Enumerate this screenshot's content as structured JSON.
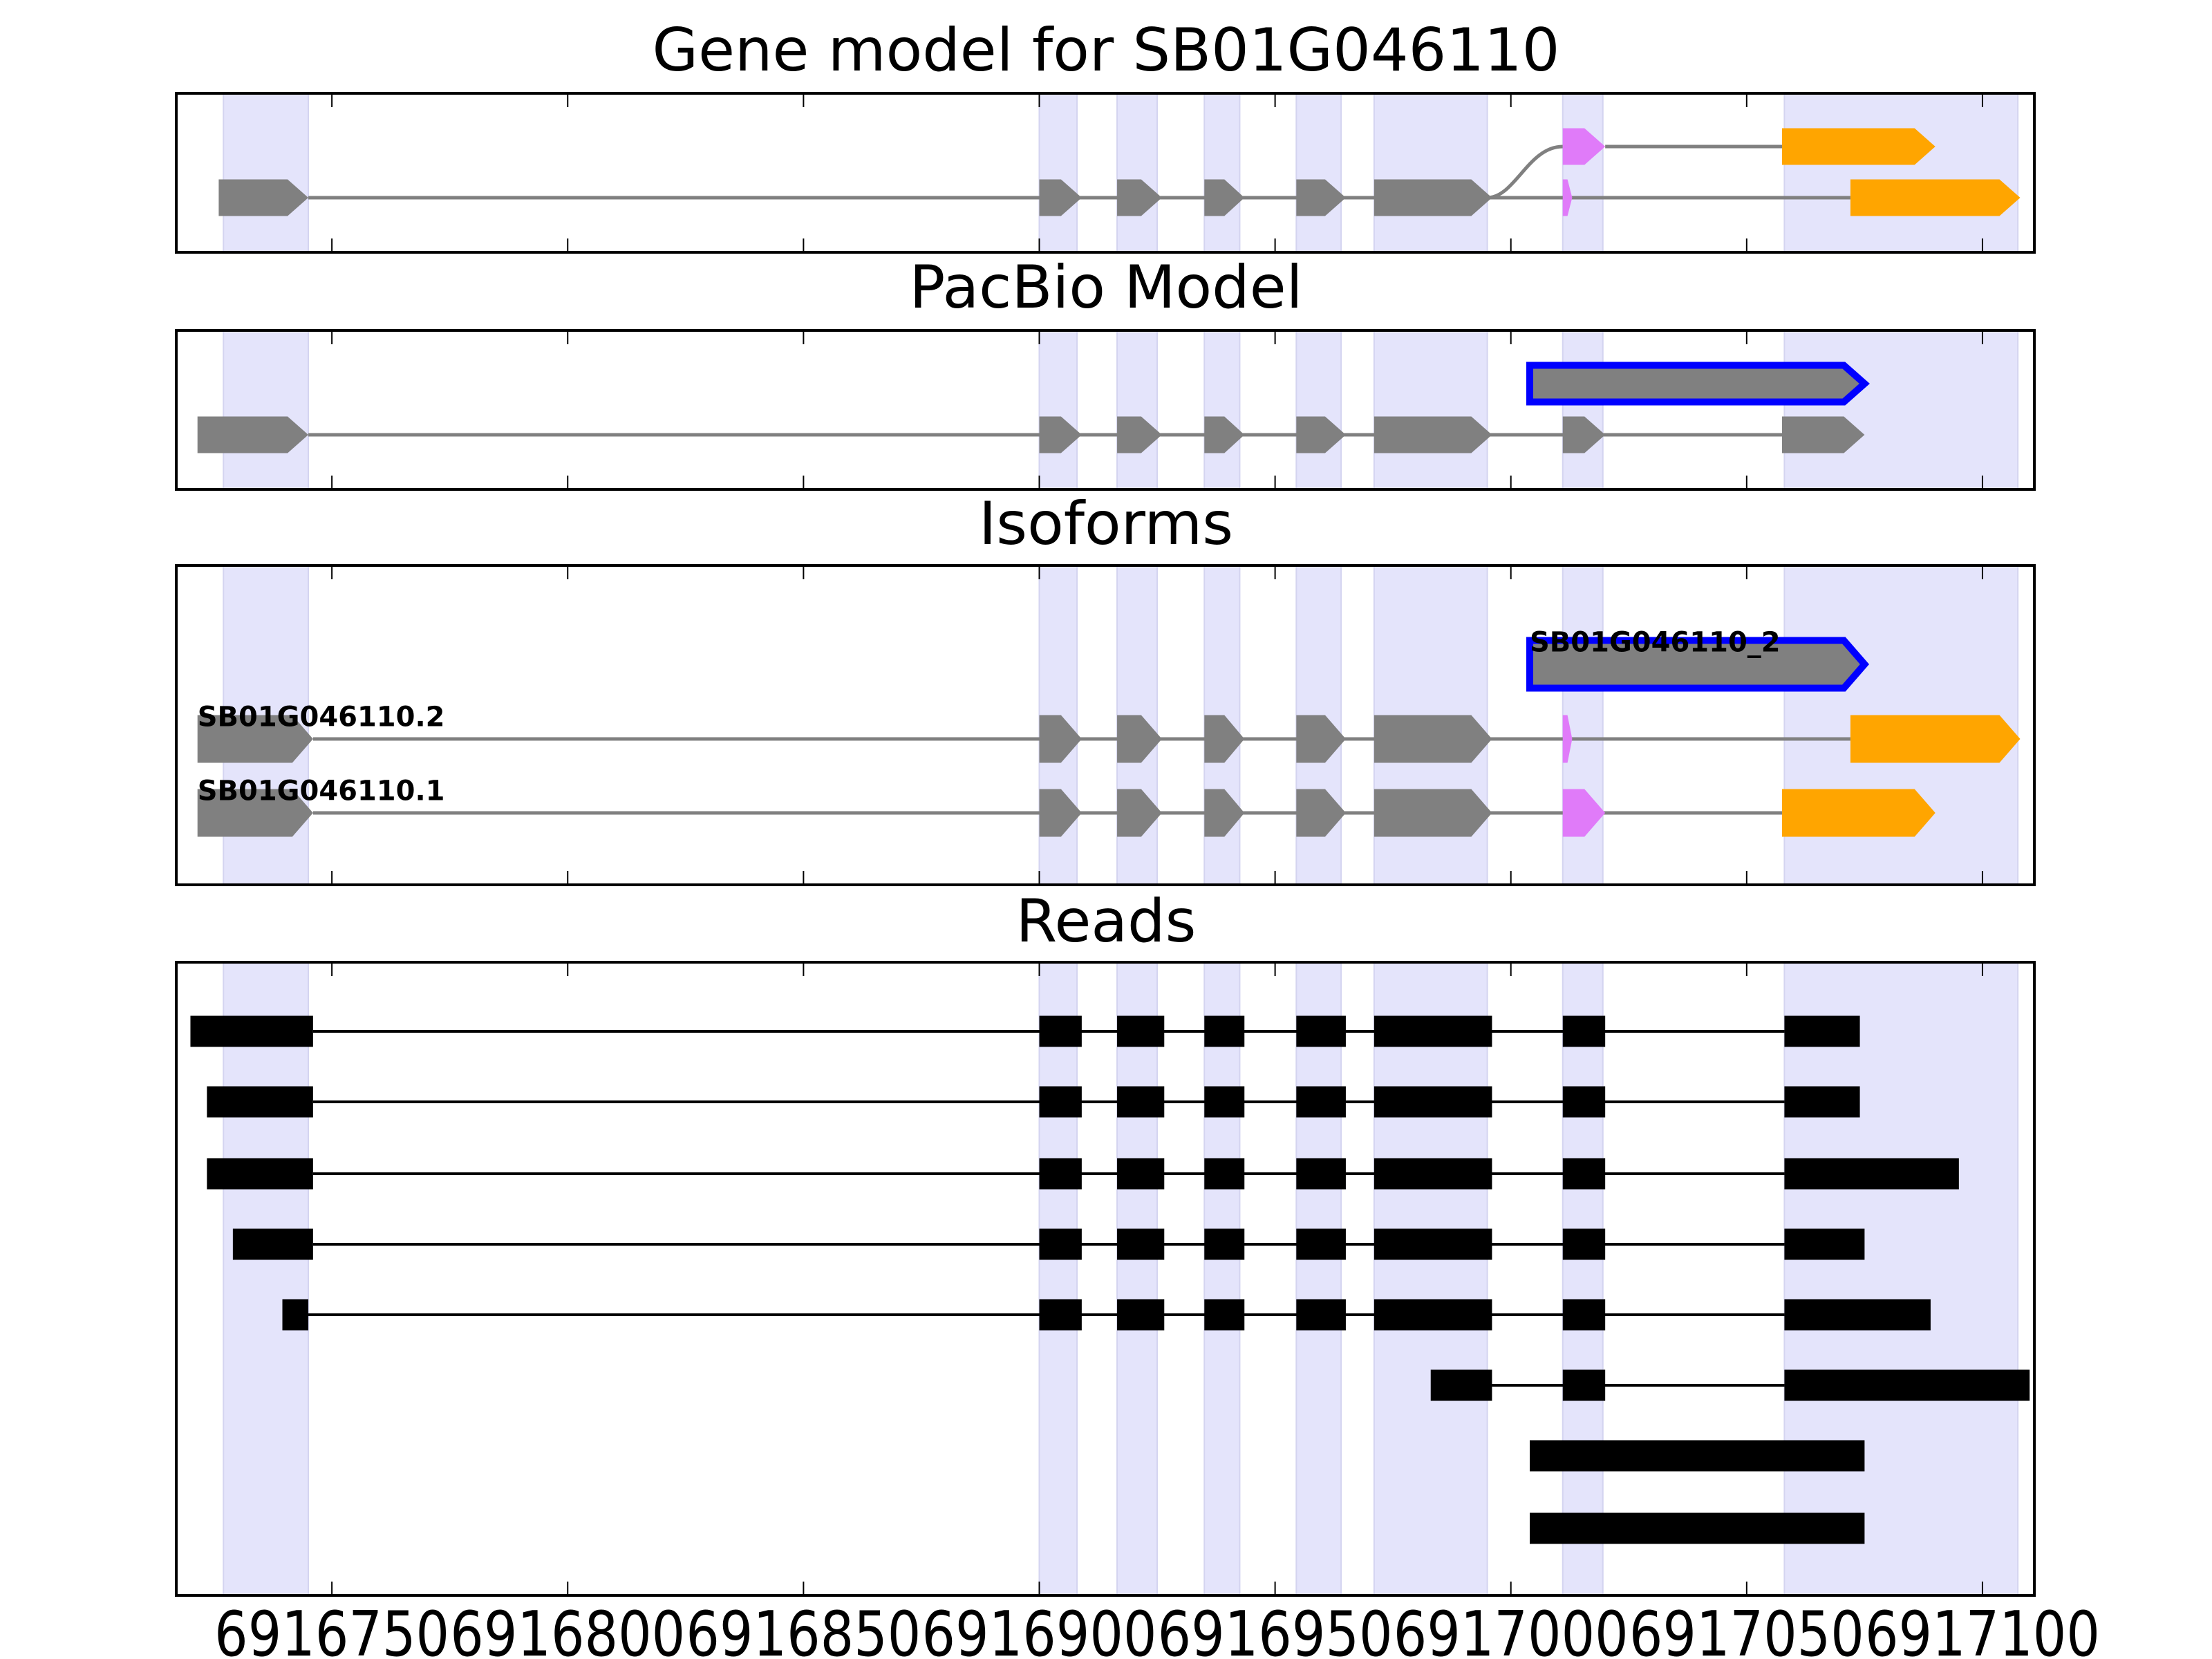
{
  "chart_data": {
    "type": "gene-track",
    "xlim": [
      6916717,
      6917111
    ],
    "xticks": [
      6916750,
      6916800,
      6916850,
      6916900,
      6916950,
      6917000,
      6917050,
      6917100
    ],
    "xtick_labels": [
      "6916750",
      "6916800",
      "6916850",
      "6916900",
      "6916950",
      "6917000",
      "6917050",
      "6917100"
    ],
    "colors": {
      "cds": "#808080",
      "utr5": "#e07bf9",
      "utr3": "#ffa500",
      "highlight": "#0000ff",
      "band": "#e4e4fb",
      "read": "#000000",
      "intron": "#808080"
    },
    "bands": [
      [
        6916727,
        6916745
      ],
      [
        6916900,
        6916908
      ],
      [
        6916916.5,
        6916925
      ],
      [
        6916935,
        6916942.5
      ],
      [
        6916954.5,
        6916964
      ],
      [
        6916971,
        6916995
      ],
      [
        6917011,
        6917019.5
      ],
      [
        6917058,
        6917107.5
      ]
    ],
    "panels": [
      {
        "title": "Gene model for SB01G046110",
        "tracks": [
          {
            "join_from": 6916995,
            "exons": [
              [
                6917011,
                6917020,
                "utr5"
              ],
              [
                6917057.5,
                6917090,
                "utr3"
              ]
            ]
          },
          {
            "exons": [
              [
                6916726,
                6916745,
                "cds"
              ],
              [
                6916900,
                6916909,
                "cds"
              ],
              [
                6916916.5,
                6916926,
                "cds"
              ],
              [
                6916935,
                6916943.5,
                "cds"
              ],
              [
                6916954.5,
                6916965,
                "cds"
              ],
              [
                6916971,
                6916996,
                "cds"
              ],
              [
                6917011,
                6917013,
                "utr5"
              ],
              [
                6917072,
                6917108,
                "utr3"
              ]
            ]
          }
        ]
      },
      {
        "title": "PacBio Model",
        "tracks": [
          {
            "highlight": true,
            "exons": [
              [
                6917004,
                6917075,
                "cds"
              ]
            ]
          },
          {
            "exons": [
              [
                6916721.5,
                6916745,
                "cds"
              ],
              [
                6916900,
                6916909,
                "cds"
              ],
              [
                6916916.5,
                6916926,
                "cds"
              ],
              [
                6916935,
                6916943.5,
                "cds"
              ],
              [
                6916954.5,
                6916965,
                "cds"
              ],
              [
                6916971,
                6916996,
                "cds"
              ],
              [
                6917011,
                6917020,
                "cds"
              ],
              [
                6917057.5,
                6917075,
                "cds"
              ]
            ]
          }
        ]
      },
      {
        "title": "Isoforms",
        "tracks": [
          {
            "label": "SB01G046110_2",
            "highlight": true,
            "exons": [
              [
                6917004,
                6917075,
                "cds"
              ]
            ]
          },
          {
            "label": "SB01G046110.2",
            "exons": [
              [
                6916721.5,
                6916746,
                "cds"
              ],
              [
                6916900,
                6916909,
                "cds"
              ],
              [
                6916916.5,
                6916926,
                "cds"
              ],
              [
                6916935,
                6916943.5,
                "cds"
              ],
              [
                6916954.5,
                6916965,
                "cds"
              ],
              [
                6916971,
                6916996,
                "cds"
              ],
              [
                6917011,
                6917013,
                "utr5"
              ],
              [
                6917072,
                6917108,
                "utr3"
              ]
            ]
          },
          {
            "label": "SB01G046110.1",
            "exons": [
              [
                6916721.5,
                6916746,
                "cds"
              ],
              [
                6916900,
                6916909,
                "cds"
              ],
              [
                6916916.5,
                6916926,
                "cds"
              ],
              [
                6916935,
                6916943.5,
                "cds"
              ],
              [
                6916954.5,
                6916965,
                "cds"
              ],
              [
                6916971,
                6916996,
                "cds"
              ],
              [
                6917011,
                6917020,
                "utr5"
              ],
              [
                6917057.5,
                6917090,
                "utr3"
              ]
            ]
          }
        ]
      },
      {
        "title": "Reads",
        "reads": true,
        "tracks": [
          {
            "exons": [
              [
                6916720,
                6916746
              ],
              [
                6916900,
                6916909
              ],
              [
                6916916.5,
                6916926.5
              ],
              [
                6916935,
                6916943.5
              ],
              [
                6916954.5,
                6916965
              ],
              [
                6916971,
                6916996
              ],
              [
                6917011,
                6917020
              ],
              [
                6917058,
                6917074
              ]
            ]
          },
          {
            "exons": [
              [
                6916723.5,
                6916746
              ],
              [
                6916900,
                6916909
              ],
              [
                6916916.5,
                6916926.5
              ],
              [
                6916935,
                6916943.5
              ],
              [
                6916954.5,
                6916965
              ],
              [
                6916971,
                6916996
              ],
              [
                6917011,
                6917020
              ],
              [
                6917058,
                6917074
              ]
            ]
          },
          {
            "exons": [
              [
                6916723.5,
                6916746
              ],
              [
                6916900,
                6916909
              ],
              [
                6916916.5,
                6916926.5
              ],
              [
                6916935,
                6916943.5
              ],
              [
                6916954.5,
                6916965
              ],
              [
                6916971,
                6916996
              ],
              [
                6917011,
                6917020
              ],
              [
                6917058,
                6917095
              ]
            ]
          },
          {
            "exons": [
              [
                6916729,
                6916746
              ],
              [
                6916900,
                6916909
              ],
              [
                6916916.5,
                6916926.5
              ],
              [
                6916935,
                6916943.5
              ],
              [
                6916954.5,
                6916965
              ],
              [
                6916971,
                6916996
              ],
              [
                6917011,
                6917020
              ],
              [
                6917058,
                6917075
              ]
            ]
          },
          {
            "exons": [
              [
                6916739.5,
                6916745
              ],
              [
                6916900,
                6916909
              ],
              [
                6916916.5,
                6916926.5
              ],
              [
                6916935,
                6916943.5
              ],
              [
                6916954.5,
                6916965
              ],
              [
                6916971,
                6916996
              ],
              [
                6917011,
                6917020
              ],
              [
                6917058,
                6917089
              ]
            ]
          },
          {
            "exons": [
              [
                6916983,
                6916996
              ],
              [
                6917011,
                6917020
              ],
              [
                6917058,
                6917110
              ]
            ]
          },
          {
            "exons": [
              [
                6917004,
                6917075
              ]
            ]
          },
          {
            "exons": [
              [
                6917004,
                6917075
              ]
            ]
          }
        ]
      }
    ]
  }
}
